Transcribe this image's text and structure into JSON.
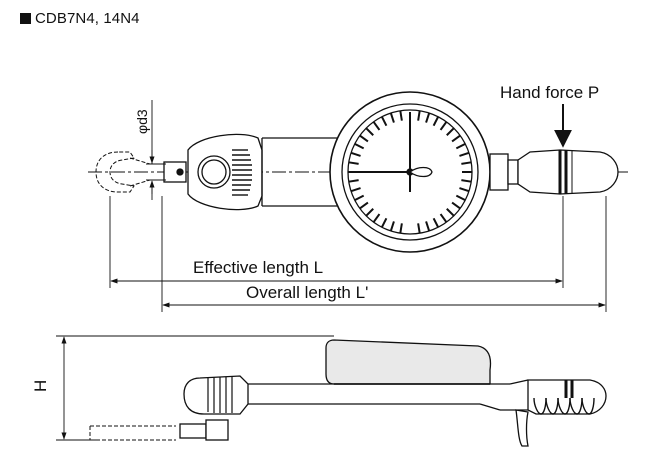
{
  "title": "CDB7N4, 14N4",
  "labels": {
    "hand_force": "Hand force P",
    "diameter": "φd3",
    "effective_length": "Effective length L",
    "overall_length": "Overall length L'",
    "height": "H"
  },
  "colors": {
    "line": "#111111",
    "background": "#ffffff",
    "fill_gray": "#e9e9e9"
  },
  "icons": {
    "title_marker": "black-square"
  }
}
